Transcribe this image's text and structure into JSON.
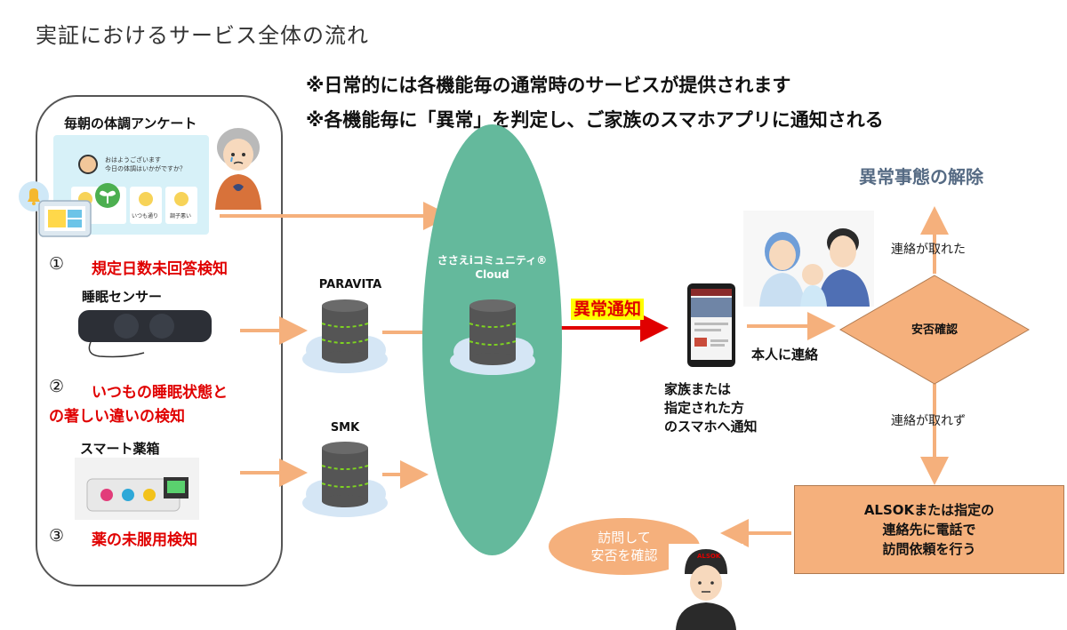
{
  "title": "実証におけるサービス全体の流れ",
  "notes": [
    "※日常的には各機能毎の通常時のサービスが提供されます",
    "※各機能毎に「異常」を判定し、ご家族のスマホアプリに通知される"
  ],
  "left_panel": {
    "survey_label": "毎朝の体調アンケート",
    "app_greeting": "おはようございます",
    "app_question": "今日の体調はいかがですか？",
    "app_option_usual": "いつも通り",
    "app_option_bad": "調子悪い",
    "item1_num": "①",
    "item1_text": "規定日数未回答検知",
    "sleep_sensor_label": "睡眠センサー",
    "item2_num": "②",
    "item2_text_line1": "いつもの睡眠状態と",
    "item2_text_line2": "の著しい違いの検知",
    "pillbox_label": "スマート薬箱",
    "item3_num": "③",
    "item3_text": "薬の未服用検知"
  },
  "servers": {
    "paravita": "PARAVITA",
    "smk": "SMK"
  },
  "cloud": {
    "name": "ささえiコミュニティ®",
    "sub": "Cloud"
  },
  "alert_label": "異常通知",
  "family": {
    "line1": "家族または",
    "line2": "指定された方",
    "line3": "のスマホへ通知"
  },
  "flow": {
    "resolve_title": "異常事態の解除",
    "contacted": "連絡が取れた",
    "self_contact": "本人に連絡",
    "confirm_safety": "安否確認",
    "not_contacted": "連絡が取れず",
    "alsok_request": "ALSOKまたは指定の\n連絡先に電話で\n訪問依頼を行う",
    "visit": "訪問して\n安否を確認",
    "guard_badge": "ALSOK"
  },
  "colors": {
    "arrow": "#f5b07c",
    "alert_arrow": "#e00000",
    "cloud": "#64b99c",
    "dashed": "#7ed321",
    "heading_gray": "#566b84"
  }
}
